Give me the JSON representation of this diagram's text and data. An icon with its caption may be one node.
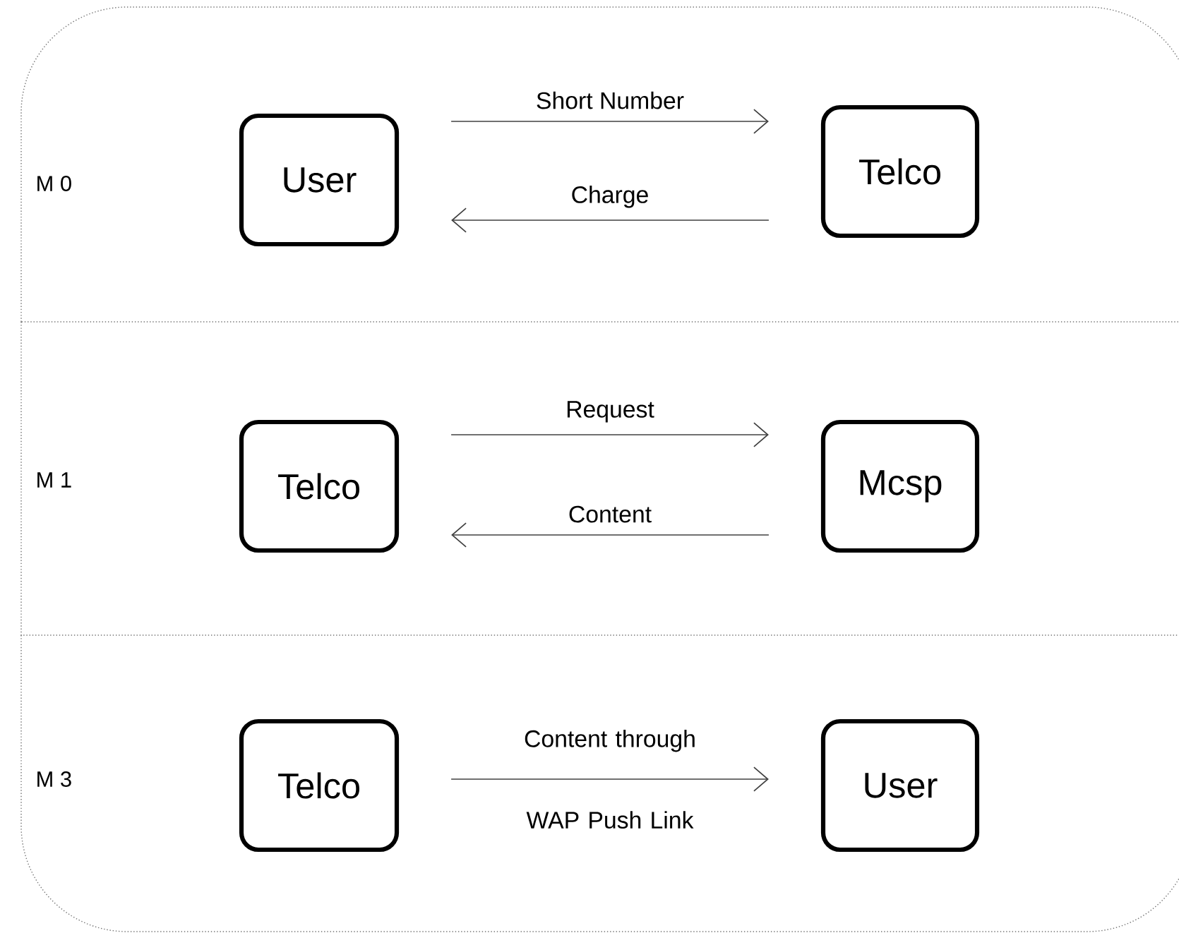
{
  "diagram": {
    "nodes": [
      {
        "text": [
          "M 0"
        ]
      },
      {
        "text": [
          "User"
        ],
        "in": 0
      },
      {
        "text": [
          "Telco"
        ],
        "in": 0
      },
      {
        "text": [
          "M 1"
        ]
      },
      {
        "text": [
          "Telco"
        ],
        "in": 3
      },
      {
        "text": [
          "Mcsp"
        ],
        "in": 3
      },
      {
        "text": [
          "M 3"
        ]
      },
      {
        "text": [
          "Telco"
        ],
        "in": 6
      },
      {
        "text": [
          "User"
        ],
        "in": 6
      }
    ],
    "edges": [
      {
        "from": 1,
        "to": 2,
        "arrow": "to",
        "label": "Short Number"
      },
      {
        "from": 2,
        "to": 1,
        "arrow": "to",
        "label": "Charge"
      },
      {
        "from": 4,
        "to": 5,
        "arrow": "to",
        "label": "Request"
      },
      {
        "from": 5,
        "to": 4,
        "arrow": "to",
        "label": "Content"
      },
      {
        "from": 7,
        "to": 8,
        "arrow": "to",
        "label": "Content through WAP Push Link"
      }
    ]
  }
}
